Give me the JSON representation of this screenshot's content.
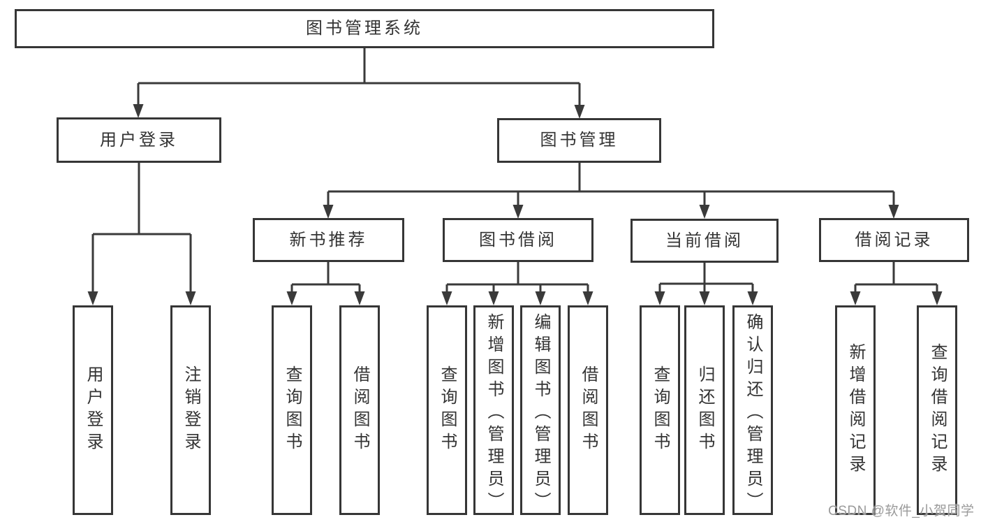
{
  "diagram": {
    "nodes": {
      "root": "图书管理系统",
      "l2_user_login": "用户登录",
      "l2_book_management": "图书管理",
      "l3_new_books": "新书推荐",
      "l3_book_borrow": "图书借阅",
      "l3_current_borrow": "当前借阅",
      "l3_borrow_records": "借阅记录",
      "l4_user_login": "用户登录",
      "l4_logout": "注销登录",
      "l4_nb_query_books": "查询图书",
      "l4_nb_borrow_books": "借阅图书",
      "l4_bb_query_books": "查询图书",
      "l4_bb_add_books_admin": "新增图书（管理员）",
      "l4_bb_edit_books_admin": "编辑图书（管理员）",
      "l4_bb_borrow_books": "借阅图书",
      "l4_cb_query_books": "查询图书",
      "l4_cb_return_books": "归还图书",
      "l4_cb_confirm_return_admin": "确认归还（管理员）",
      "l4_br_add_record": "新增借阅记录",
      "l4_br_query_record": "查询借阅记录"
    },
    "watermark": "CSDN @软件_小贺同学",
    "colors": {
      "line": "#3a3a3a",
      "border": "#363636",
      "text": "#333333",
      "watermark": "#9a9a9a",
      "background": "#ffffff"
    }
  }
}
